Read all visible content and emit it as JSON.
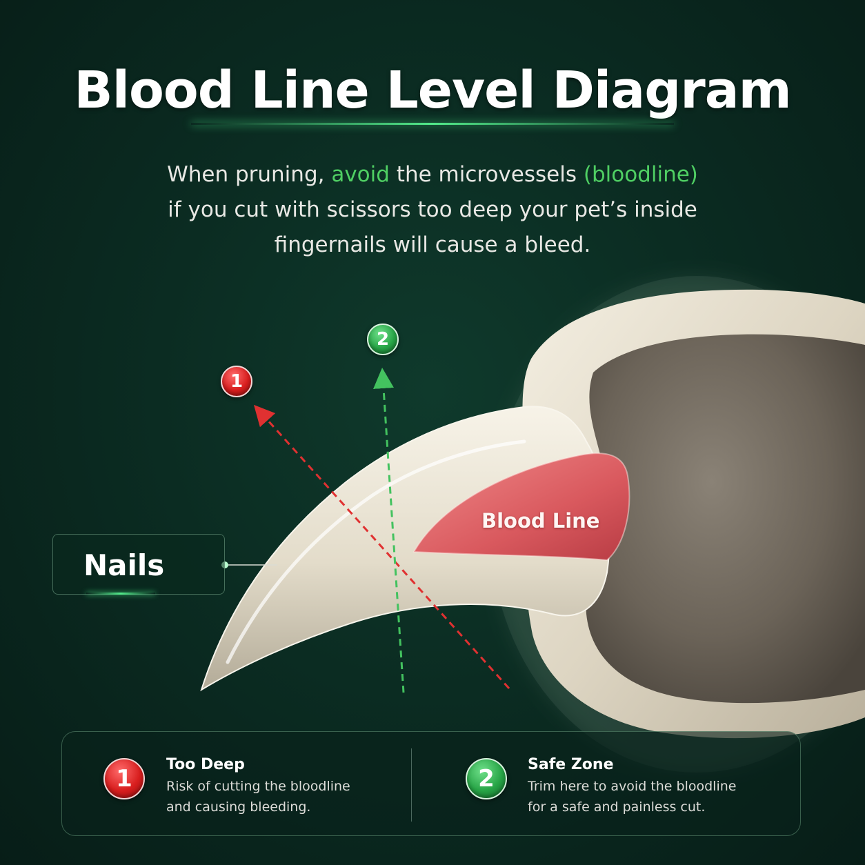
{
  "title": "Blood Line Level Diagram",
  "subtitle": {
    "part1": "When pruning, ",
    "highlight1": "avoid",
    "part2": " the microvessels ",
    "highlight2": "(bloodline)",
    "line2": "if you cut with scissors too deep your pet’s inside",
    "line3": "fingernails will cause a bleed."
  },
  "labels": {
    "nails": "Nails",
    "blood_line": "Blood Line"
  },
  "markers": {
    "too_deep_number": "1",
    "safe_zone_number": "2"
  },
  "legend": {
    "too_deep": {
      "number": "1",
      "title": "Too Deep",
      "desc_line1": "Risk of cutting the bloodline",
      "desc_line2": "and causing bleeding."
    },
    "safe_zone": {
      "number": "2",
      "title": "Safe Zone",
      "desc_line1": "Trim here to avoid the bloodline",
      "desc_line2": "for a safe and painless cut."
    }
  },
  "colors": {
    "background": "#0b2c22",
    "accent_green": "#4fcf63",
    "danger_red": "#e03131",
    "nail_ivory": "#ece6d6",
    "blood_pink": "#d9595e",
    "paw_pad": "#6f675c"
  }
}
